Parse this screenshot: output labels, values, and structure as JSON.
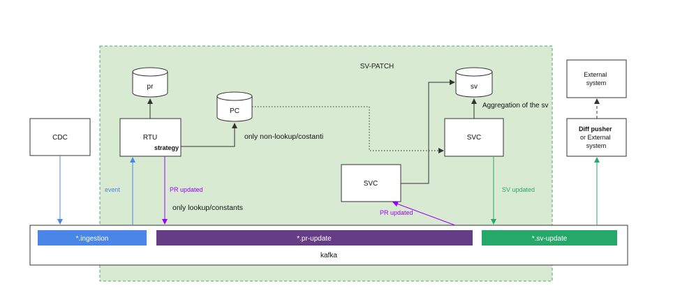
{
  "diagram": {
    "region_title": "SV-PATCH",
    "nodes": {
      "cdc": "CDC",
      "rtu": "RTU",
      "rtu_sub": "strategy",
      "svc_main": "SVC",
      "svc_small": "SVC",
      "external": [
        "External",
        "system"
      ],
      "diff_pusher_title": "Diff pusher",
      "diff_pusher_rest": [
        "or External",
        "system"
      ]
    },
    "stores": {
      "pr": "pr",
      "pc": "PC",
      "sv": "sv"
    },
    "labels": {
      "event": "event",
      "pr_updated_rtu": "PR updated",
      "only_lookup": "only lookup/constants",
      "only_non_lookup": "only non-lookup/costanti",
      "aggregation": "Aggregation of the sv",
      "pr_updated_svc": "PR updated",
      "sv_updated": "SV updated"
    },
    "kafka": {
      "name": "kafka",
      "topics": [
        "*.ingestion",
        "*.pr-update",
        "*.sv-update"
      ]
    }
  },
  "colors": {
    "region_fill": "#d9ead3",
    "region_border": "#52a66c",
    "blue": "#4a86e8",
    "purple": "#653d87",
    "purple_line": "#9900ff",
    "green": "#27a86b",
    "dark": "#333333"
  }
}
